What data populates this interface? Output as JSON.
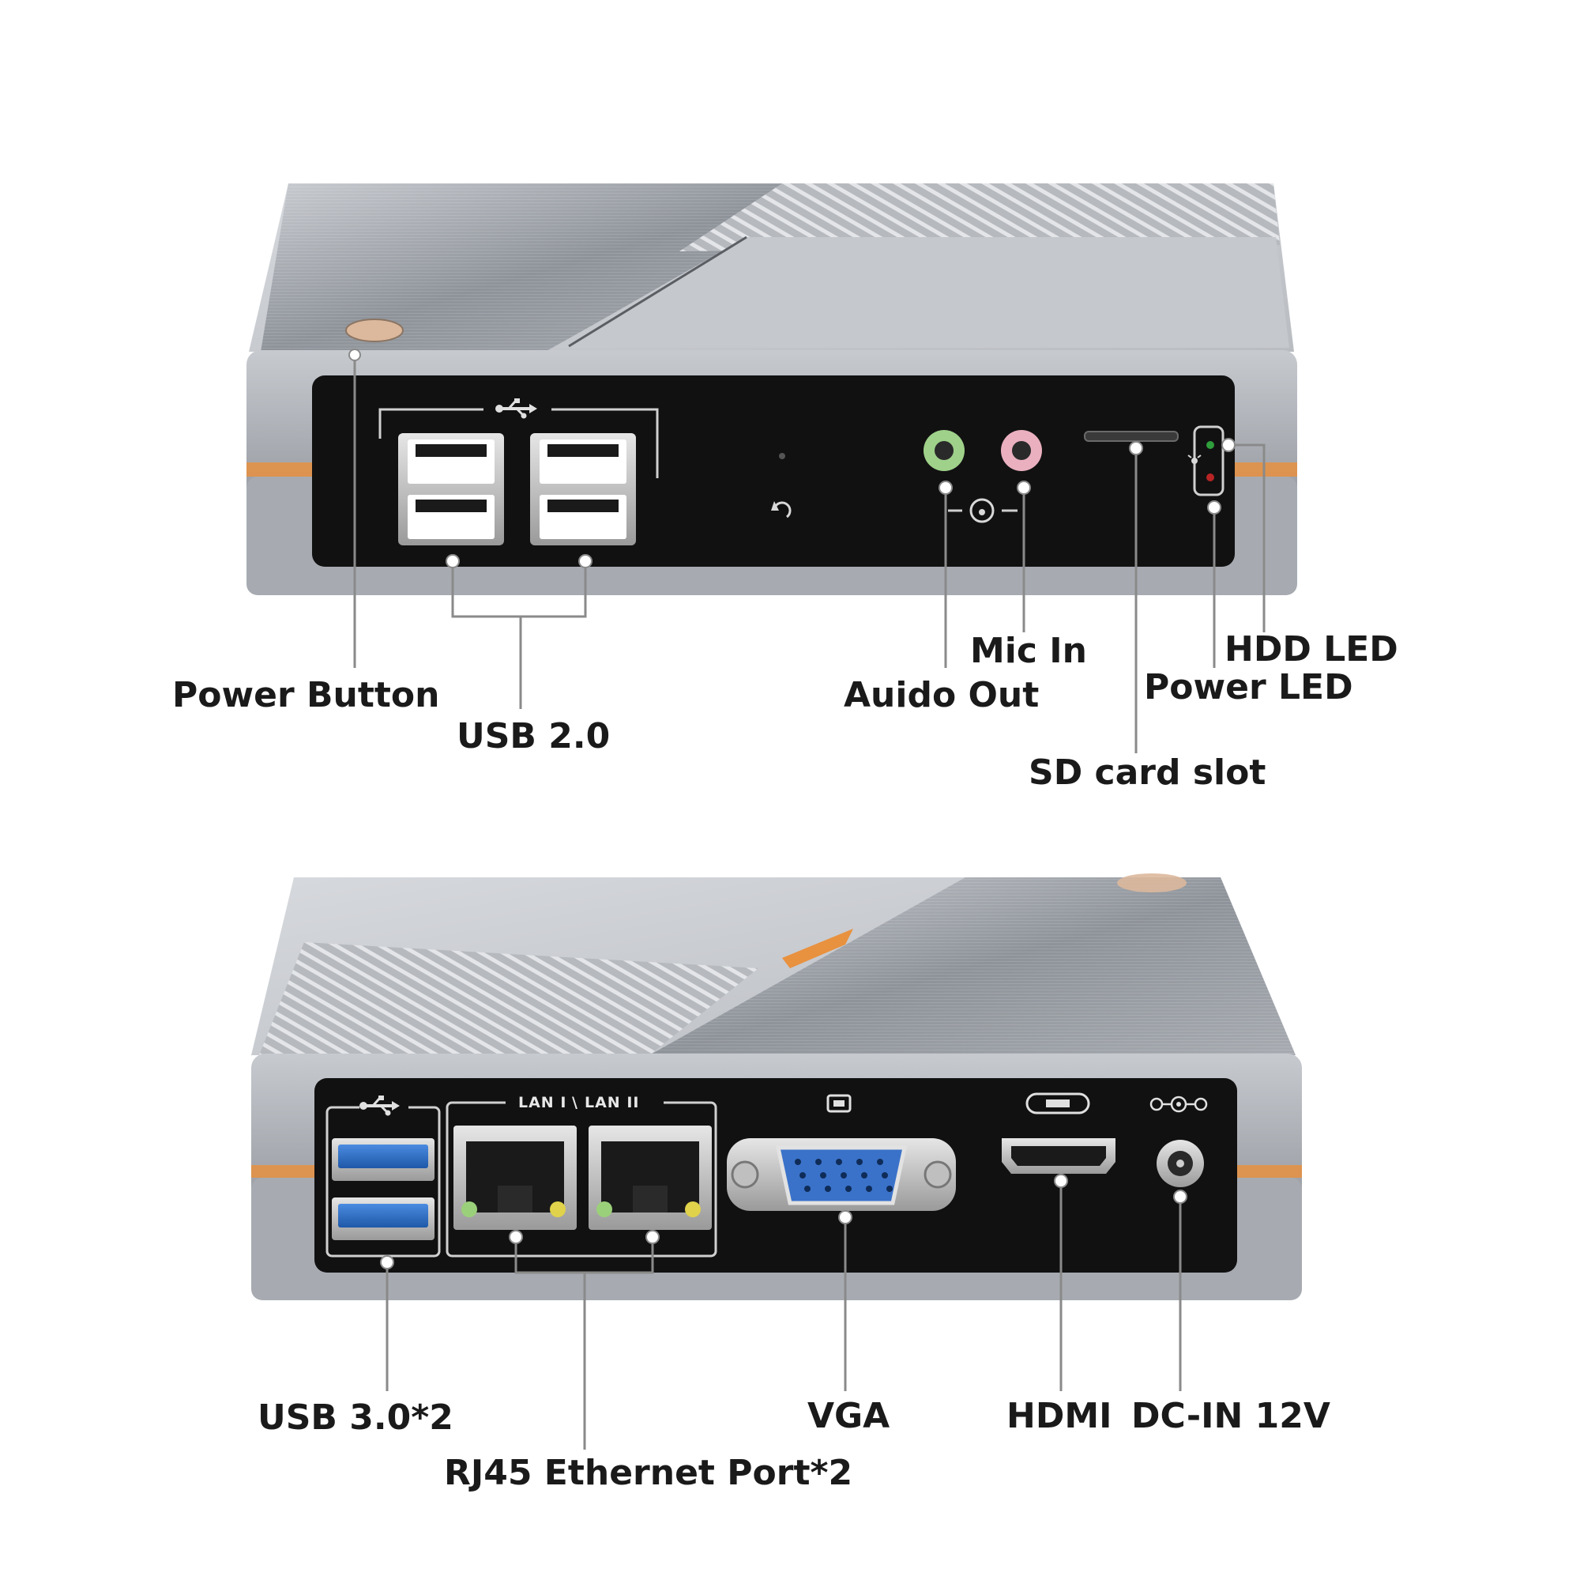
{
  "front_panel": {
    "labels": {
      "power_button": "Power Button",
      "usb_2_0": "USB 2.0",
      "audio_out": "Auido Out",
      "mic_in": "Mic In",
      "sd_card_slot": "SD card slot",
      "hdd_led": "HDD LED",
      "power_led": "Power LED"
    },
    "icons": [
      "usb-icon",
      "refresh-icon",
      "headphone-icon",
      "bulb-icon"
    ]
  },
  "rear_panel": {
    "labels": {
      "usb_3_0": "USB 3.0*2",
      "rj45": "RJ45 Ethernet Port*2",
      "vga": "VGA",
      "hdmi": "HDMI",
      "dc_in": "DC-IN 12V"
    },
    "port_text": {
      "lan1": "LAN I",
      "lan2": "LAN II"
    },
    "icons": [
      "usb-icon",
      "vga-icon",
      "hdmi-icon",
      "dc-polarity-icon"
    ]
  },
  "colors": {
    "chassis_silver": "#a9adb3",
    "panel_black": "#111111",
    "accent_orange": "#e8913f",
    "usb3_blue": "#2f6fc4",
    "vga_blue": "#3a72c9",
    "audio_green": "#9fd18a",
    "mic_pink": "#eab0c0",
    "leader_line": "#8a8a8a"
  }
}
